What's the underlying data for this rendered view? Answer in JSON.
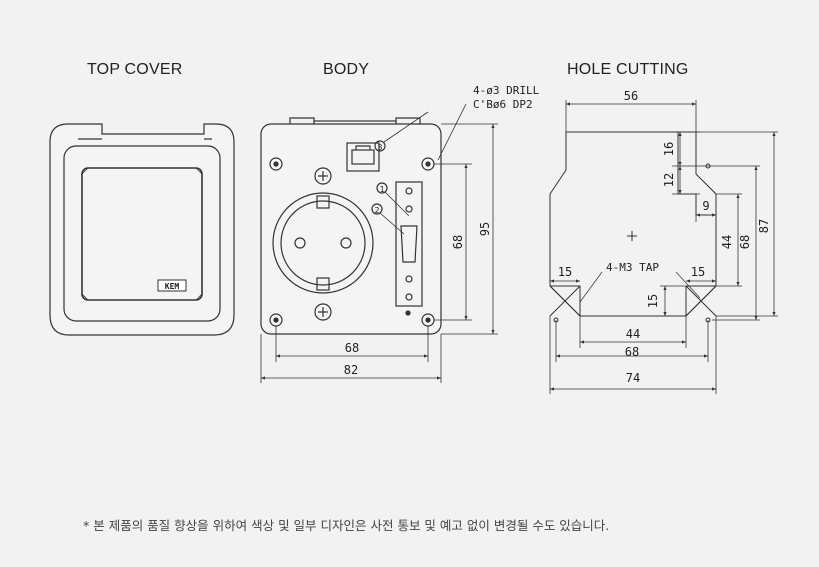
{
  "titles": {
    "top_cover": "TOP COVER",
    "body": "BODY",
    "hole_cutting": "HOLE CUTTING"
  },
  "labels": {
    "logo": "KEM",
    "drill_line1": "4-ø3 DRILL",
    "drill_line2": "C'Bø6 DP2",
    "callout_1": "1",
    "callout_2": "2",
    "callout_3": "3",
    "tap": "4-M3 TAP"
  },
  "dimensions": {
    "body_width_inner": "68",
    "body_width_outer": "82",
    "body_height_inner": "68",
    "body_height_outer": "95",
    "hole_top": "56",
    "hole_16": "16",
    "hole_12": "12",
    "hole_9": "9",
    "hole_44_v": "44",
    "hole_68_v": "68",
    "hole_87": "87",
    "hole_15_left": "15",
    "hole_15_right": "15",
    "hole_15_v": "15",
    "hole_44_h": "44",
    "hole_68_h": "68",
    "hole_74": "74"
  },
  "footnote": "* 본 제품의 품질 향상을 위하여 색상 및 일부 디자인은 사전 통보 및 예고 없이 변경될 수도 있습니다."
}
